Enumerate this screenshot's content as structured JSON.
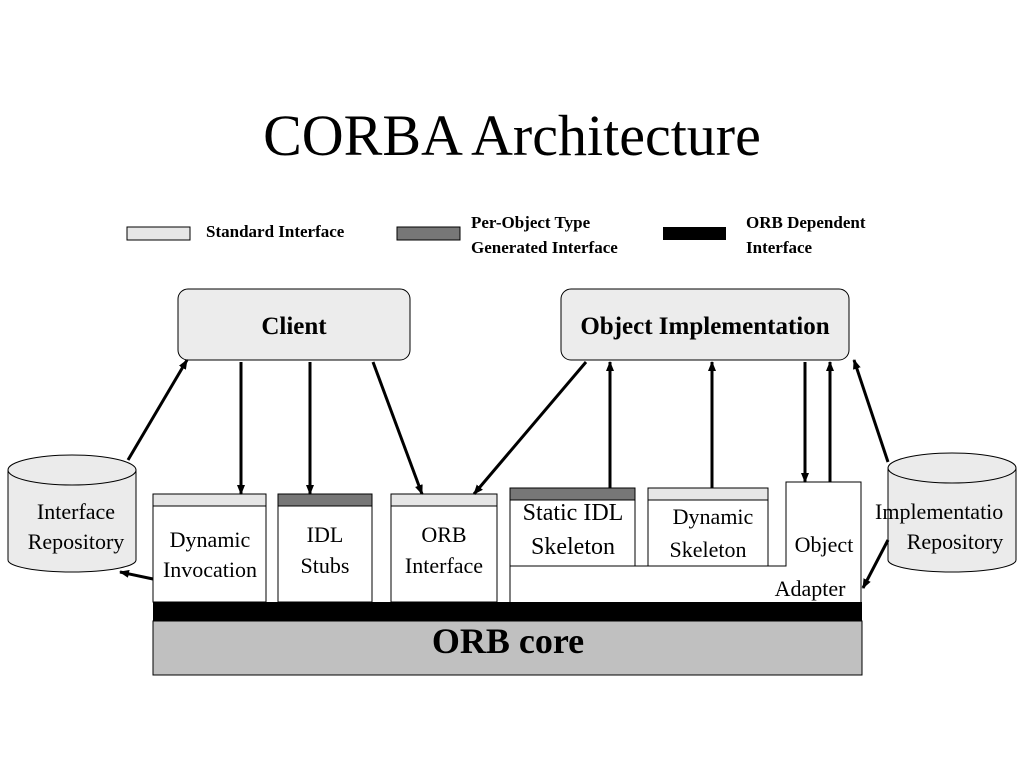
{
  "title": "CORBA Architecture",
  "colors": {
    "standard": "#e6e6e6",
    "per_object": "#777777",
    "orb_dependent": "#000000",
    "core_fill": "#c0c0c0",
    "box_fill": "#ececec",
    "repo_fill": "#ebebeb"
  },
  "legend": {
    "standard": "Standard Interface",
    "per_object_line1": "Per-Object Type",
    "per_object_line2": "Generated Interface",
    "orb_dependent_line1": "ORB Dependent",
    "orb_dependent_line2": "Interface"
  },
  "client": "Client",
  "object_implementation": "Object Implementation",
  "interface_repository": {
    "line1": "Interface",
    "line2": "Repository"
  },
  "implementation_repository": {
    "line1": "Implementatio",
    "line2": "Repository"
  },
  "components": {
    "dynamic_invocation": {
      "line1": "Dynamic",
      "line2": "Invocation"
    },
    "idl_stubs": {
      "line1": "IDL",
      "line2": "Stubs"
    },
    "orb_interface": {
      "line1": "ORB",
      "line2": "Interface"
    },
    "static_idl_skeleton": {
      "line1": "Static IDL",
      "line2": "Skeleton"
    },
    "dynamic_skeleton": {
      "line1": "Dynamic",
      "line2": "Skeleton"
    },
    "object_adapter": {
      "line1": "Object",
      "line2": "Adapter"
    }
  },
  "orb_core": "ORB core"
}
